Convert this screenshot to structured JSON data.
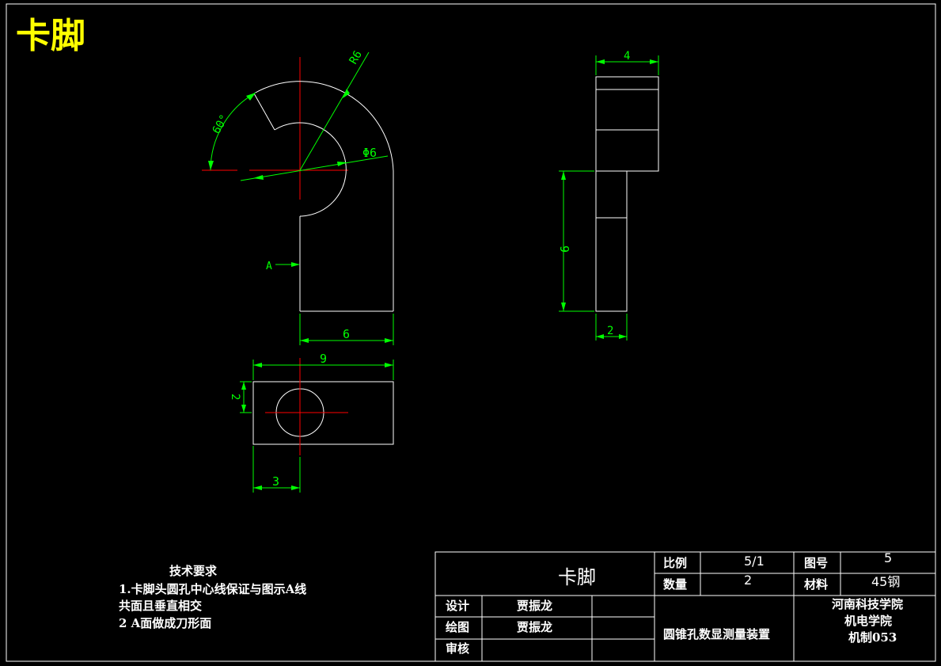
{
  "title": "卡脚",
  "dimensions": {
    "radius": "R6",
    "angle": "60°",
    "hole": "Φ6",
    "side_width": "4",
    "side_height": "9",
    "side_thickness": "2",
    "front_width": "6",
    "top_length": "9",
    "top_height": "2",
    "top_center": "3",
    "face_label": "A"
  },
  "tech": {
    "heading": "技术要求",
    "line1": "1.卡脚头圆孔中心线保证与图示A线",
    "line2": "共面且垂直相交",
    "line3": "2 A面做成刀形面"
  },
  "titleblock": {
    "part_name": "卡脚",
    "scale_label": "比例",
    "scale_value": "5/1",
    "drawing_no_label": "图号",
    "drawing_no_value": "5",
    "qty_label": "数量",
    "qty_value": "2",
    "material_label": "材料",
    "material_value": "45钢",
    "design_label": "设计",
    "design_name": "贾振龙",
    "draw_label": "绘图",
    "draw_name": "贾振龙",
    "review_label": "审核",
    "project": "圆锥孔数显测量装置",
    "school": "河南科技学院",
    "college": "机电学院",
    "class": "机制053"
  },
  "colors": {
    "outline": "#ffffff",
    "dimension": "#00ff00",
    "centerline": "#ff0000",
    "title": "#ffff00"
  }
}
